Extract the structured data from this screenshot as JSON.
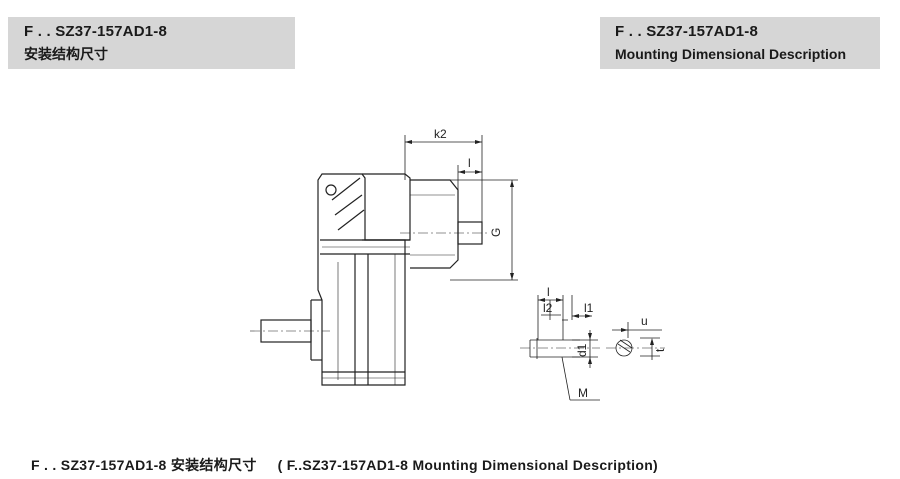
{
  "header_left": {
    "model": "F . . SZ37-157AD1-8",
    "title": "安装结构尺寸"
  },
  "header_right": {
    "model": "F . . SZ37-157AD1-8",
    "title": "Mounting Dimensional Description"
  },
  "dimensions": {
    "k2": "k2",
    "l": "l",
    "G": "G",
    "l_shaft": "l",
    "l2": "l2",
    "l1": "l1",
    "d1": "d1",
    "M": "M",
    "u": "u",
    "t": "t"
  },
  "caption": {
    "cn": "F . . SZ37-157AD1-8 安装结构尺寸",
    "en": "( F..SZ37-157AD1-8 Mounting Dimensional Description)"
  },
  "colors": {
    "header_bg": "#d6d6d6",
    "line": "#222222"
  }
}
